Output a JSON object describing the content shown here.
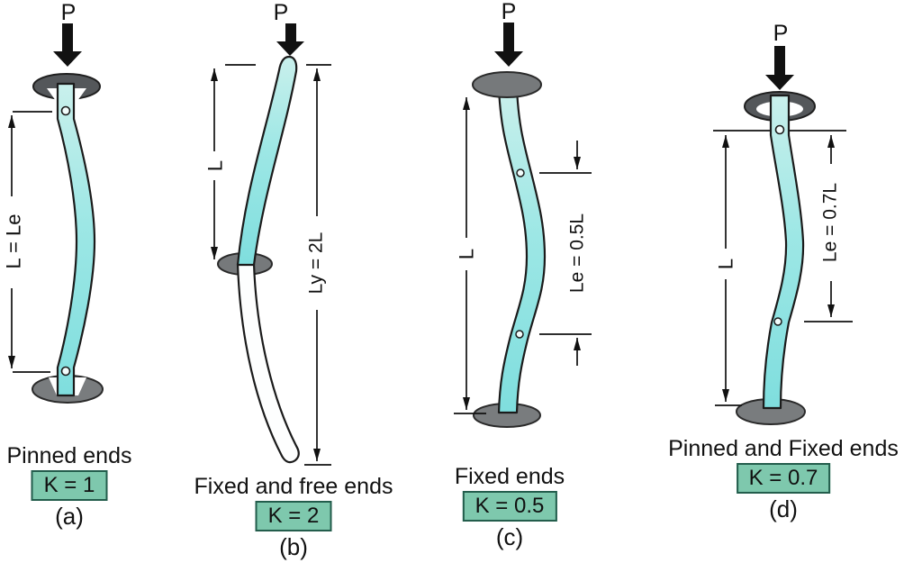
{
  "figure": {
    "type": "column-buckling-effective-length-diagram"
  },
  "colors": {
    "column_fill_light": "#c9f0ec",
    "column_fill": "#9de7e5",
    "column_fill_deep": "#7fdede",
    "free_extension_fill": "#fdfefe",
    "outline": "#1b1b1b",
    "support_gray": "#797c7e",
    "support_ring_dark": "#54575a",
    "k_box_fill": "#7ec8ad",
    "k_box_border": "#235d4c",
    "text": "#111111"
  },
  "columns": [
    {
      "load_label": "P",
      "dim_left_label": "L = Le",
      "caption": "Pinned ends",
      "k_label": "K = 1",
      "letter": "(a)"
    },
    {
      "load_label": "P",
      "dim_left_label": "L",
      "dim_right_label": "Ly = 2L",
      "caption": "Fixed and free ends",
      "k_label": "K = 2",
      "letter": "(b)"
    },
    {
      "load_label": "P",
      "dim_left_label": "L",
      "dim_right_label": "Le = 0.5L",
      "caption": "Fixed ends",
      "k_label": "K = 0.5",
      "letter": "(c)"
    },
    {
      "load_label": "P",
      "dim_left_label": "L",
      "dim_right_label": "Le = 0.7L",
      "caption": "Pinned and Fixed ends",
      "k_label": "K = 0.7",
      "letter": "(d)"
    }
  ]
}
